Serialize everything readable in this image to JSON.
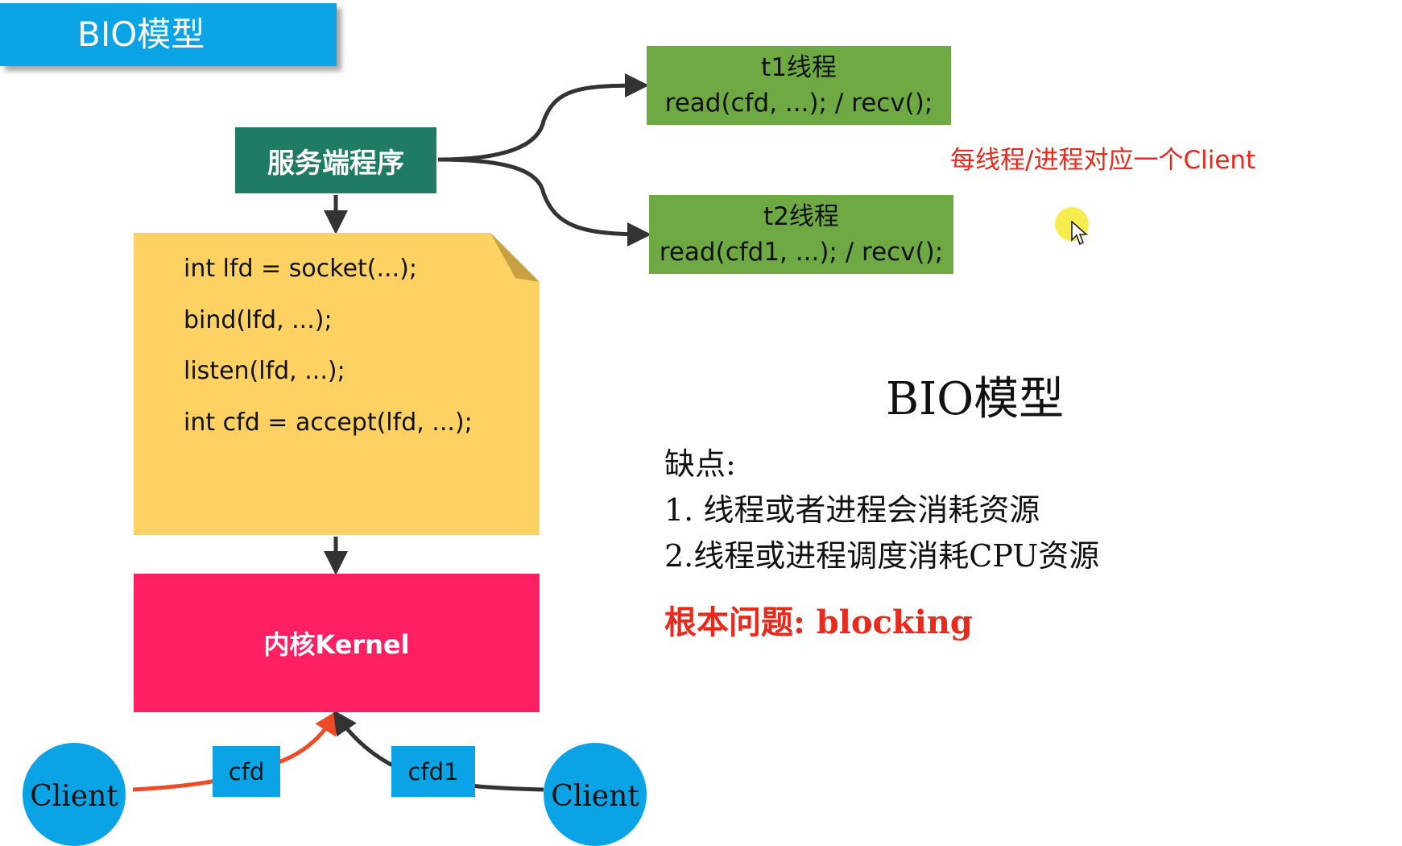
{
  "header": {
    "title": "BIO模型"
  },
  "server": {
    "label": "服务端程序"
  },
  "threads": [
    {
      "name": "t1线程",
      "call": "read(cfd, ...); / recv();"
    },
    {
      "name": "t2线程",
      "call": "read(cfd1, ...); / recv();"
    }
  ],
  "side_note": "每线程/进程对应一个Client",
  "code": {
    "lines": [
      "int lfd = socket(...);",
      "bind(lfd, ...);",
      "listen(lfd, ...);",
      "int cfd = accept(lfd, ...);"
    ]
  },
  "kernel": {
    "label": "内核Kernel"
  },
  "clients": [
    {
      "label": "Client",
      "fd": "cfd"
    },
    {
      "label": "Client",
      "fd": "cfd1"
    }
  ],
  "summary": {
    "title": "BIO模型",
    "drawbacks_heading": "缺点:",
    "drawbacks": [
      "1. 线程或者进程会消耗资源",
      "2.线程或进程调度消耗CPU资源"
    ],
    "root_problem": "根本问题:  blocking"
  },
  "colors": {
    "header_bg": "#0aa4e6",
    "server_bg": "#1f7b63",
    "thread_bg": "#6ea944",
    "code_note_bg": "#fdd262",
    "kernel_bg": "#ff1f62",
    "client_bg": "#0aa4e6",
    "accent_red": "#e8291c"
  }
}
